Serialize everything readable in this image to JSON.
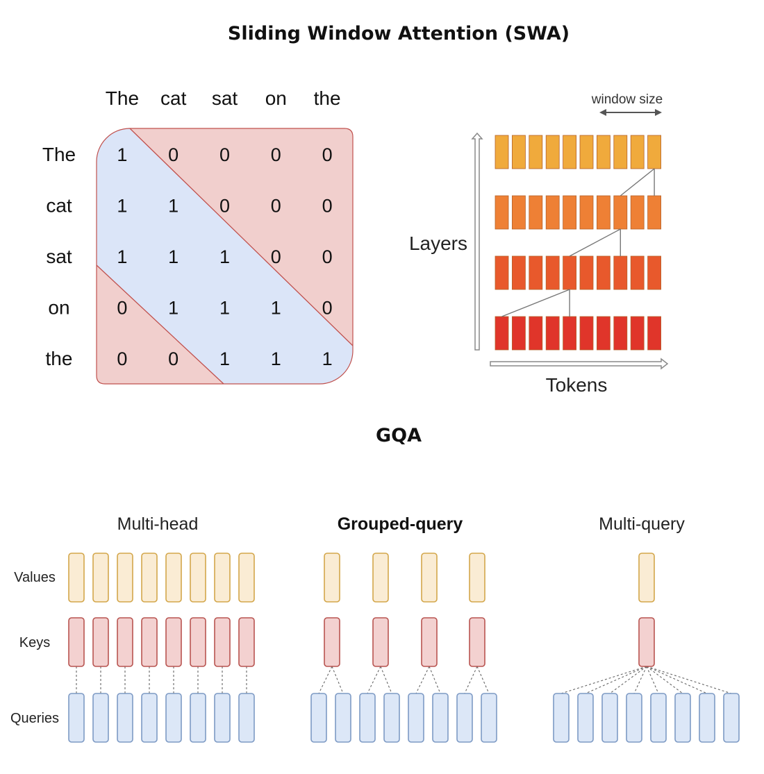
{
  "titles": {
    "swa": "Sliding Window Attention (SWA)",
    "gqa": "GQA"
  },
  "mask": {
    "tokens": [
      "The",
      "cat",
      "sat",
      "on",
      "the"
    ],
    "matrix": [
      [
        1,
        0,
        0,
        0,
        0
      ],
      [
        1,
        1,
        0,
        0,
        0
      ],
      [
        1,
        1,
        1,
        0,
        0
      ],
      [
        0,
        1,
        1,
        1,
        0
      ],
      [
        0,
        0,
        1,
        1,
        1
      ]
    ],
    "colors": {
      "attend": "#dbe5f8",
      "masked": "#f1cfcd",
      "edge": "#c0504d"
    }
  },
  "layers_diagram": {
    "window_label": "window size",
    "y_label": "Layers",
    "x_label": "Tokens",
    "layer_colors": [
      "#f0aa3c",
      "#ee8035",
      "#e8592c",
      "#e0352a"
    ]
  },
  "gqa": {
    "panels": [
      "Multi-head",
      "Grouped-query",
      "Multi-query"
    ],
    "rows": [
      "Values",
      "Keys",
      "Queries"
    ],
    "colors": {
      "value_fill": "#faecd4",
      "value_stroke": "#d3a64a",
      "key_fill": "#f3d1d0",
      "key_stroke": "#b85450",
      "query_fill": "#dce7f7",
      "query_stroke": "#7d9ac4"
    }
  }
}
